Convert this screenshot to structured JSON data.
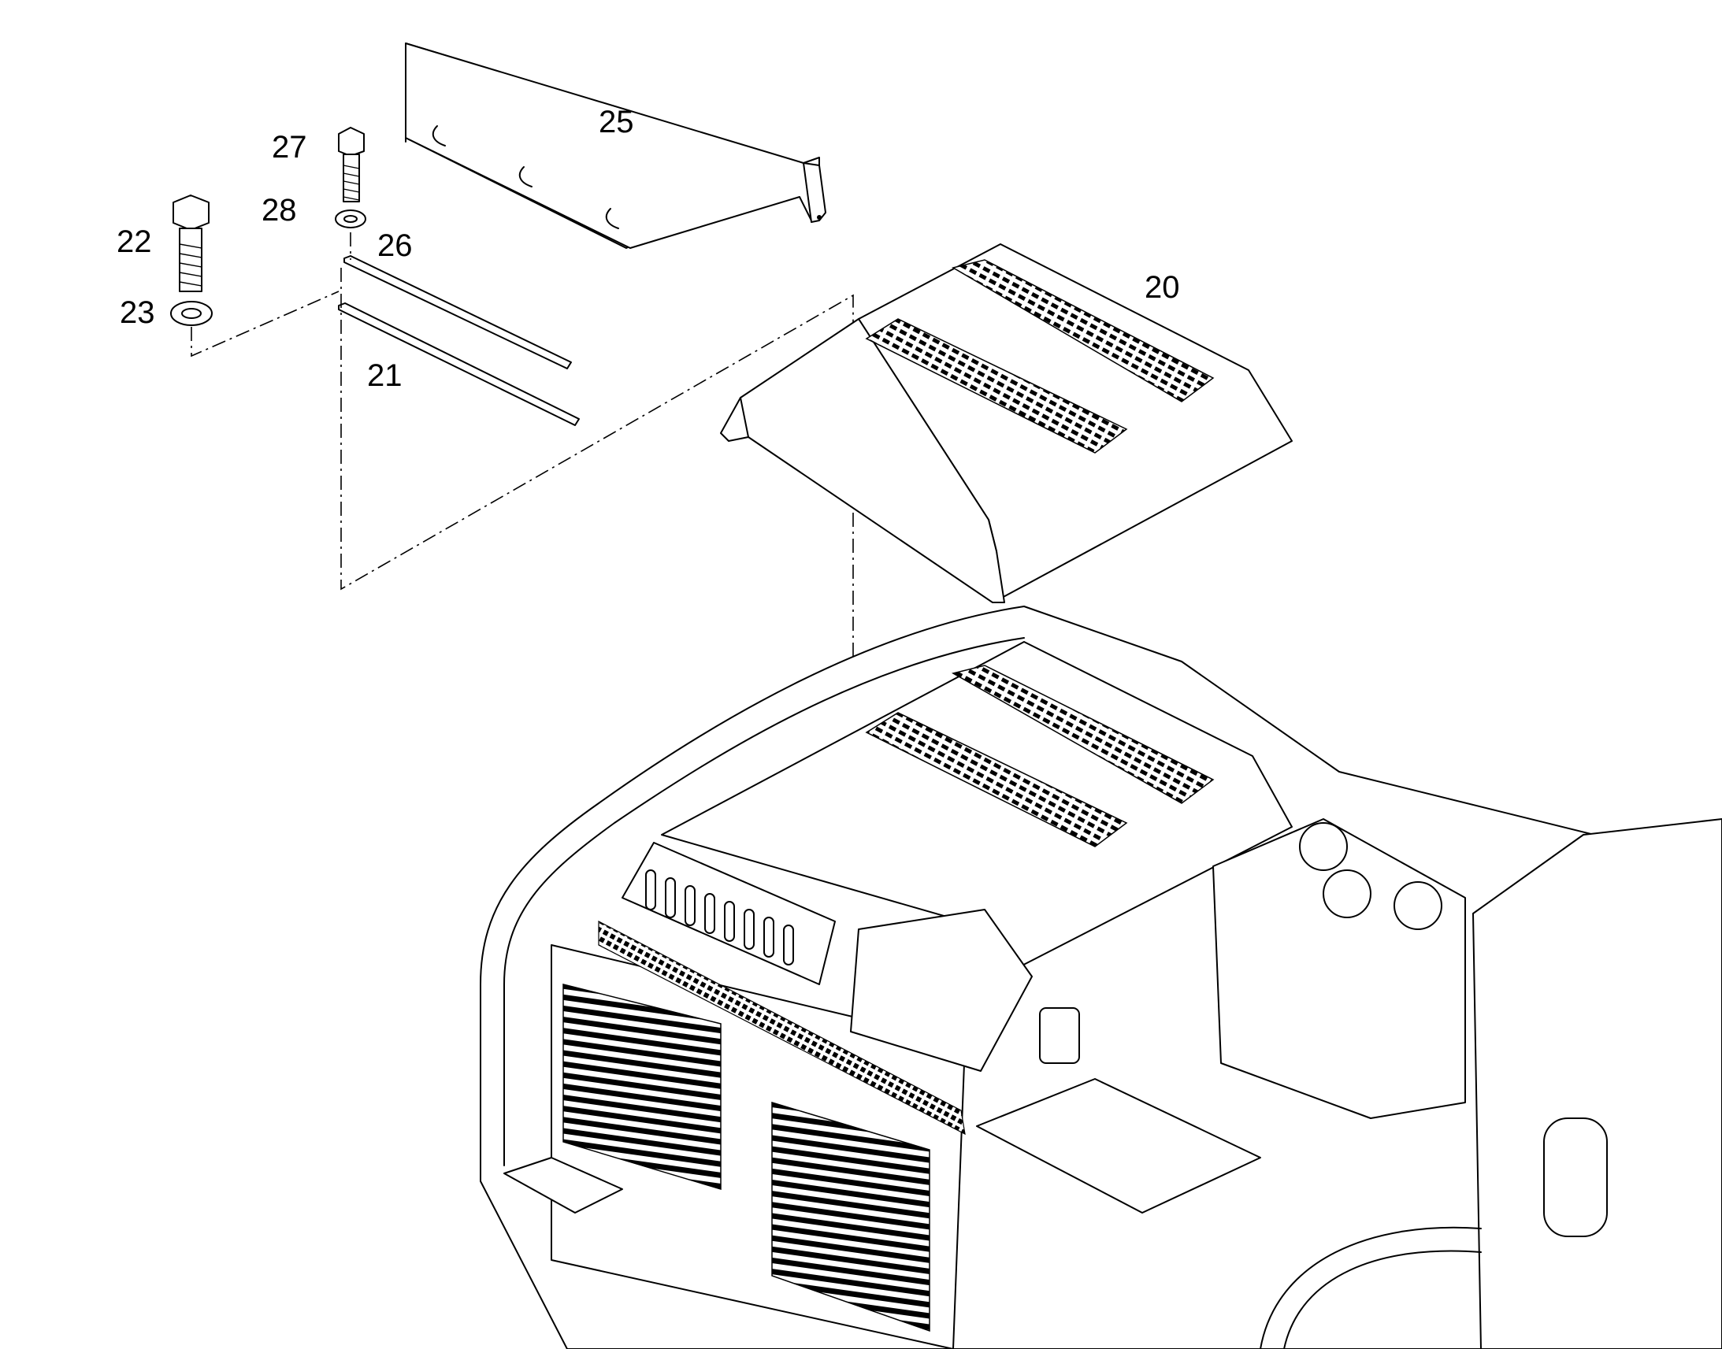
{
  "callouts": [
    {
      "id": "20",
      "label": "20"
    },
    {
      "id": "21",
      "label": "21"
    },
    {
      "id": "22",
      "label": "22"
    },
    {
      "id": "23",
      "label": "23"
    },
    {
      "id": "25",
      "label": "25"
    },
    {
      "id": "26",
      "label": "26"
    },
    {
      "id": "27",
      "label": "27"
    },
    {
      "id": "28",
      "label": "28"
    }
  ],
  "colors": {
    "line": "#000000",
    "background": "#ffffff"
  }
}
